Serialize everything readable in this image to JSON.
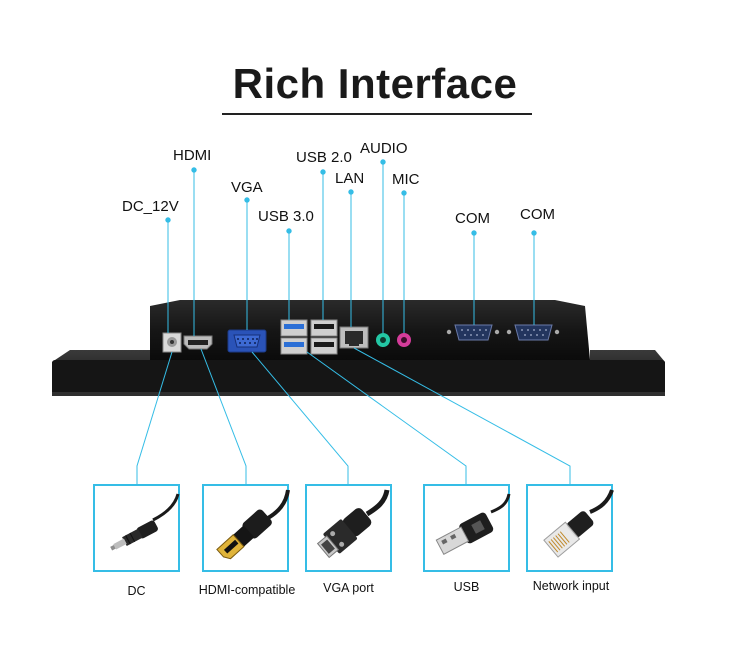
{
  "title": "Rich Interface",
  "colors": {
    "accent": "#35bde6",
    "panel": "#111111",
    "vga_blue": "#2a53b8",
    "usb_blue": "#2b6fd6",
    "audio_green": "#23c7a5",
    "mic_pink": "#d43c9a"
  },
  "port_labels": {
    "dc": "DC_12V",
    "hdmi": "HDMI",
    "vga": "VGA",
    "usb3": "USB 3.0",
    "usb2": "USB 2.0",
    "lan": "LAN",
    "audio": "AUDIO",
    "mic": "MIC",
    "com1": "COM",
    "com2": "COM"
  },
  "cards": [
    {
      "icon": "dc-plug-icon",
      "caption": "DC"
    },
    {
      "icon": "hdmi-plug-icon",
      "caption": "HDMI-compatible"
    },
    {
      "icon": "vga-plug-icon",
      "caption": "VGA port"
    },
    {
      "icon": "usb-plug-icon",
      "caption": "USB"
    },
    {
      "icon": "rj45-plug-icon",
      "caption": "Network input"
    }
  ]
}
